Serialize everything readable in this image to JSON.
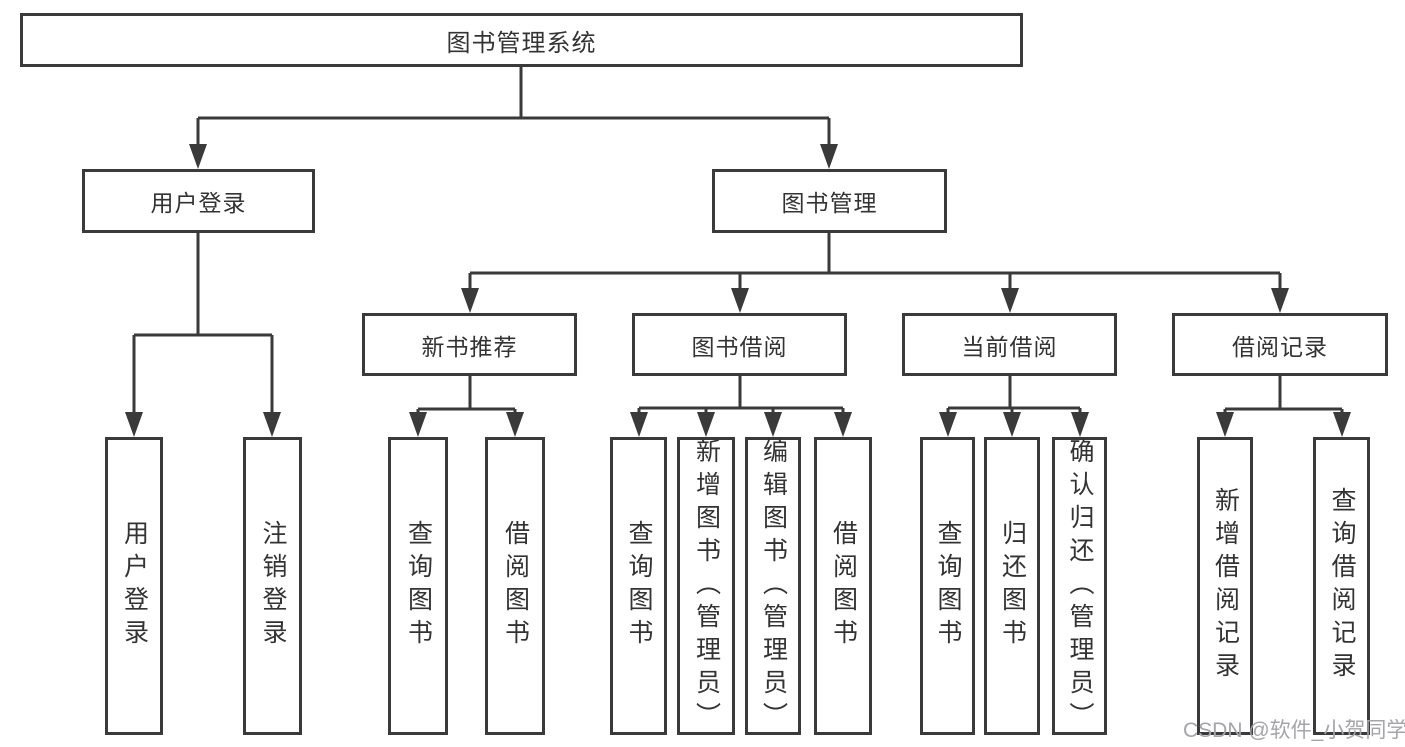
{
  "diagram": {
    "root": {
      "label": "图书管理系统",
      "children": [
        {
          "label": "用户登录",
          "children": [
            {
              "label": "用户登录"
            },
            {
              "label": "注销登录"
            }
          ]
        },
        {
          "label": "图书管理",
          "children": [
            {
              "label": "新书推荐",
              "children": [
                {
                  "label": "查询图书"
                },
                {
                  "label": "借阅图书"
                }
              ]
            },
            {
              "label": "图书借阅",
              "children": [
                {
                  "label": "查询图书"
                },
                {
                  "label": "新增图书（管理员）"
                },
                {
                  "label": "编辑图书（管理员）"
                },
                {
                  "label": "借阅图书"
                }
              ]
            },
            {
              "label": "当前借阅",
              "children": [
                {
                  "label": "查询图书"
                },
                {
                  "label": "归还图书"
                },
                {
                  "label": "确认归还（管理员）"
                }
              ]
            },
            {
              "label": "借阅记录",
              "children": [
                {
                  "label": "新增借阅记录"
                },
                {
                  "label": "查询借阅记录"
                }
              ]
            }
          ]
        }
      ]
    },
    "watermark": "CSDN @软件_小贺同学",
    "colors": {
      "line": "#3a3a3a",
      "text": "#333333",
      "box_background": "#ffffff",
      "watermark": "#a4a4aa"
    }
  }
}
